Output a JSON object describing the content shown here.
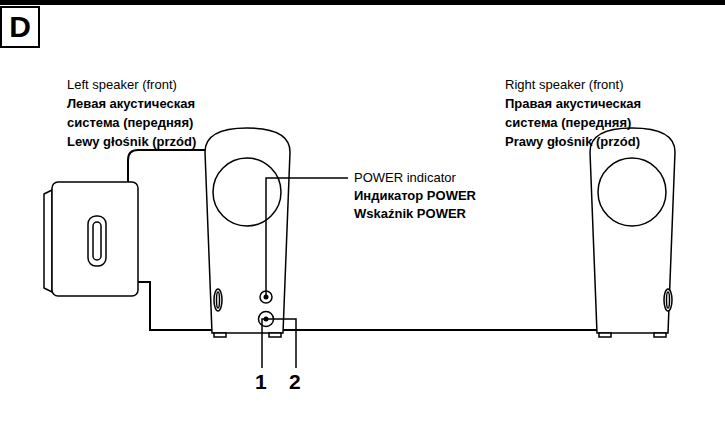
{
  "diagram": {
    "nodes": [
      {
        "text": [
          "D"
        ]
      }
    ],
    "labels": [
      "Left speaker (front)",
      "Левая акустическая система (передняя)",
      "Lewy głośnik (przód)",
      "Right speaker (front)",
      "Правая акустическая система (передняя)",
      "Prawy głośnik (przód)",
      "POWER indicator",
      "Индикатор POWER",
      "Wskaźnik POWER",
      "1",
      "2"
    ]
  }
}
